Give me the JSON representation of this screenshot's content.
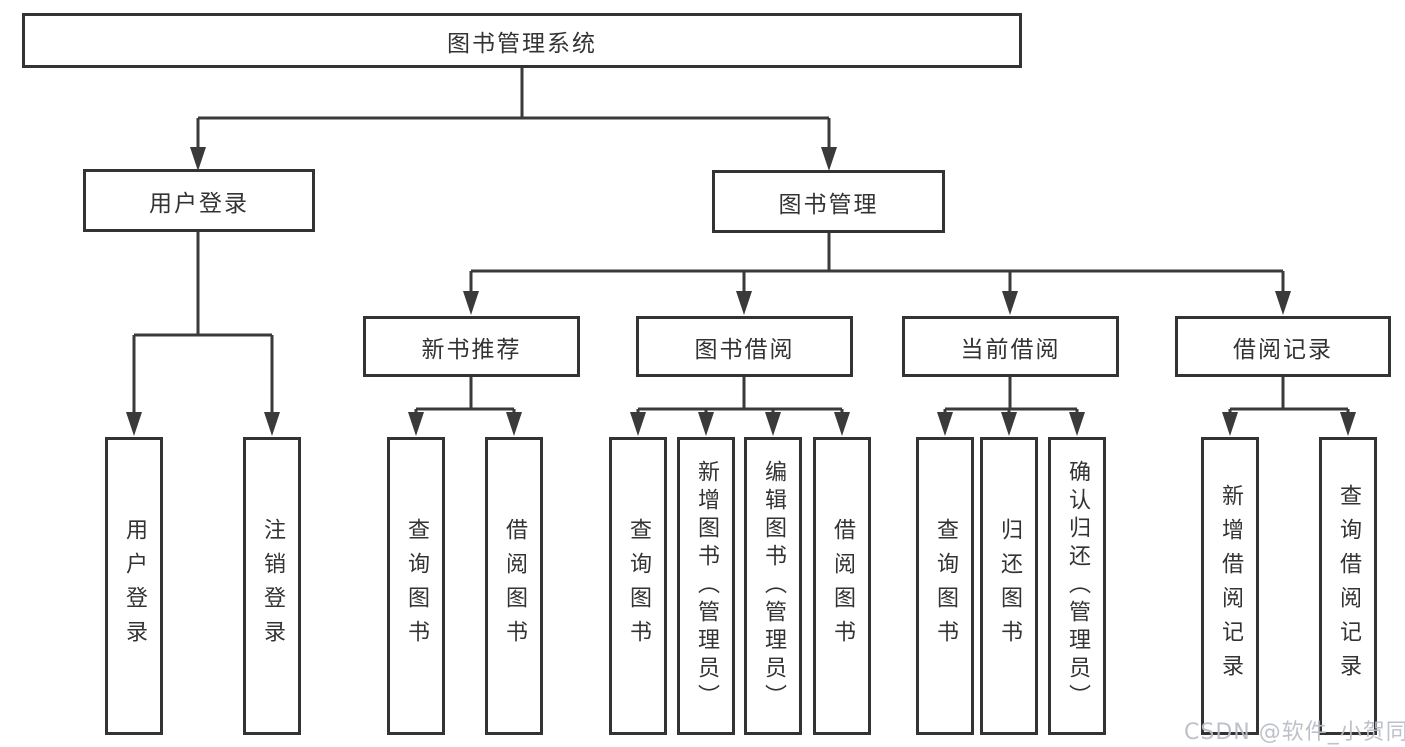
{
  "tree": {
    "root": {
      "label": "图书管理系统"
    },
    "branches": [
      {
        "label": "用户登录",
        "leaves": [
          {
            "label": "用户登录"
          },
          {
            "label": "注销登录"
          }
        ]
      },
      {
        "label": "图书管理",
        "groups": [
          {
            "label": "新书推荐",
            "leaves": [
              {
                "label": "查询图书"
              },
              {
                "label": "借阅图书"
              }
            ]
          },
          {
            "label": "图书借阅",
            "leaves": [
              {
                "label": "查询图书"
              },
              {
                "label": "新增图书（管理员）"
              },
              {
                "label": "编辑图书（管理员）"
              },
              {
                "label": "借阅图书"
              }
            ]
          },
          {
            "label": "当前借阅",
            "leaves": [
              {
                "label": "查询图书"
              },
              {
                "label": "归还图书"
              },
              {
                "label": "确认归还（管理员）"
              }
            ]
          },
          {
            "label": "借阅记录",
            "leaves": [
              {
                "label": "新增借阅记录"
              },
              {
                "label": "查询借阅记录"
              }
            ]
          }
        ]
      }
    ]
  },
  "watermark": {
    "text": "CSDN @软件_小贺同学"
  },
  "colors": {
    "line": "#3a3a3a",
    "box_border": "#333333",
    "text": "#333333",
    "background": "#ffffff",
    "watermark": "#bbbec6"
  }
}
